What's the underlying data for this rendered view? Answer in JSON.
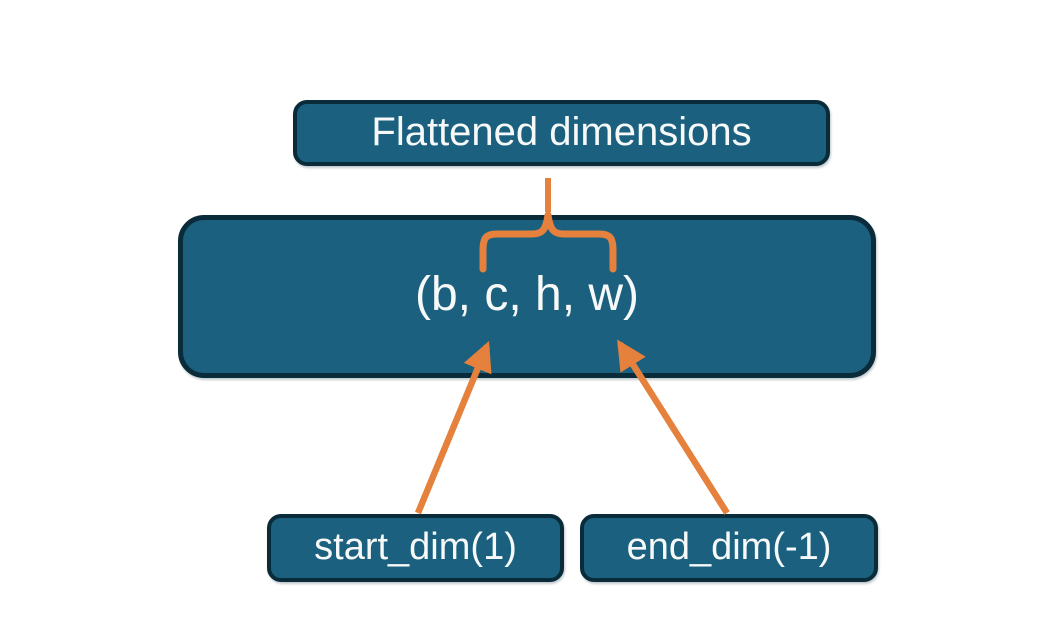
{
  "diagram": {
    "nodes": {
      "flattened": {
        "label": "Flattened dimensions"
      },
      "tensor": {
        "label": "(b, c, h, w)"
      },
      "start_dim": {
        "label": "start_dim(1)"
      },
      "end_dim": {
        "label": "end_dim(-1)"
      }
    },
    "connectors": [
      {
        "type": "brace",
        "from": "flattened",
        "to": "tensor",
        "note": "brace groups the c, h, w dimensions"
      },
      {
        "type": "arrow",
        "from": "start_dim",
        "to": "tensor",
        "points_at": "c"
      },
      {
        "type": "arrow",
        "from": "end_dim",
        "to": "tensor",
        "points_at": "w"
      }
    ],
    "colors": {
      "bg": "#ffffff",
      "node_fill": "#1B617F",
      "node_border": "#0A2C3A",
      "accent_orange": "#E5813C",
      "text_color": "#F7F9F9"
    }
  }
}
